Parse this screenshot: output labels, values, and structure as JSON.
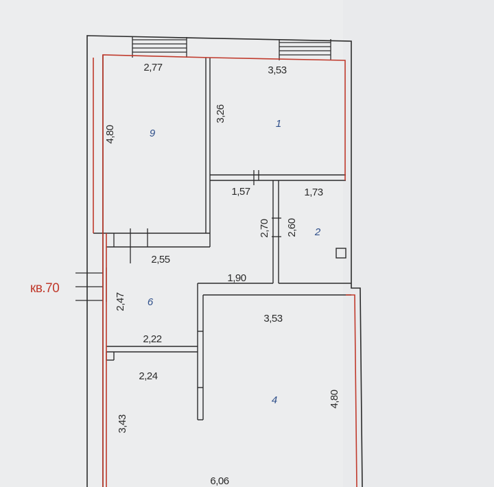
{
  "plan": {
    "apartment_label": "кв.70",
    "rooms": [
      {
        "number": "9"
      },
      {
        "number": "1"
      },
      {
        "number": "2"
      },
      {
        "number": "6"
      },
      {
        "number": "4"
      }
    ],
    "dimensions": [
      "2,77",
      "3,53",
      "4,80",
      "3,26",
      "1,57",
      "1,73",
      "2,70",
      "2,60",
      "2,55",
      "1,90",
      "2,47",
      "3,53",
      "2,22",
      "2,24",
      "3,43",
      "4,80",
      "6,06"
    ]
  },
  "colors": {
    "paper": "#ecedee",
    "wall": "#2b2b2b",
    "outline": "#c0392b",
    "room_number": "#2f4f8a"
  }
}
